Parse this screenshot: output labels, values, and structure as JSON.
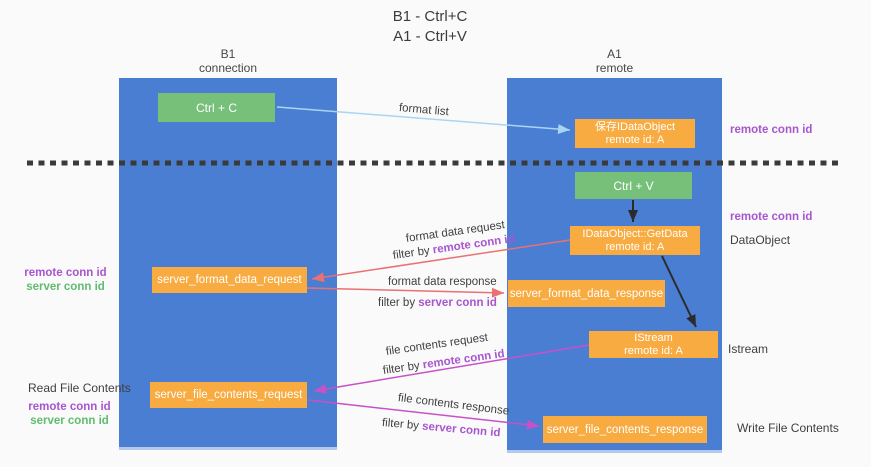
{
  "title": {
    "line1": "B1 - Ctrl+C",
    "line2": "A1 - Ctrl+V"
  },
  "lanes": {
    "left": {
      "title": "B1",
      "subtitle": "connection"
    },
    "right": {
      "title": "A1",
      "subtitle": "remote"
    }
  },
  "boxes": {
    "ctrl_c": {
      "label": "Ctrl + C"
    },
    "save_idataobject": {
      "line1": "保存IDataObject",
      "line2": "remote id: A"
    },
    "ctrl_v": {
      "label": "Ctrl + V"
    },
    "getdata": {
      "line1": "IDataObject::GetData",
      "line2": "remote id: A"
    },
    "server_format_data_request": {
      "label": "server_format_data_request"
    },
    "server_format_data_response": {
      "label": "server_format_data_response"
    },
    "istream": {
      "line1": "IStream",
      "line2": "remote id: A"
    },
    "server_file_contents_request": {
      "label": "server_file_contents_request"
    },
    "server_file_contents_response": {
      "label": "server_file_contents_response"
    }
  },
  "side_labels": {
    "right_remote_conn_id_1": "remote conn id",
    "right_remote_conn_id_2": "remote conn id",
    "dataobject": "DataObject",
    "istream": "Istream",
    "write_file_contents": "Write File Contents",
    "left_remote_conn_id_1": "remote conn id",
    "left_server_conn_id_1": "server conn id",
    "read_file_contents": "Read File Contents",
    "left_remote_conn_id_2": "remote conn id",
    "left_server_conn_id_2": "server conn id"
  },
  "arrow_labels": {
    "format_list": "format list",
    "format_data_request": "format data request",
    "format_data_response": "format data response",
    "file_contents_request": "file contents request",
    "file_contents_response": "file contents response",
    "filter_prefix": "filter by ",
    "remote_key": "remote conn id",
    "server_key": "server conn id"
  },
  "colors": {
    "lane_blue": "#4a7ed2",
    "box_orange": "#f7ab40",
    "box_green": "#76c07a",
    "purple_text": "#a855cf",
    "green_text": "#5fbc6f",
    "arrow_light_blue": "#a9d5f2",
    "arrow_red": "#e97173",
    "arrow_magenta": "#c850c8",
    "arrow_black": "#2b2b2b",
    "background": "#fafafa"
  }
}
